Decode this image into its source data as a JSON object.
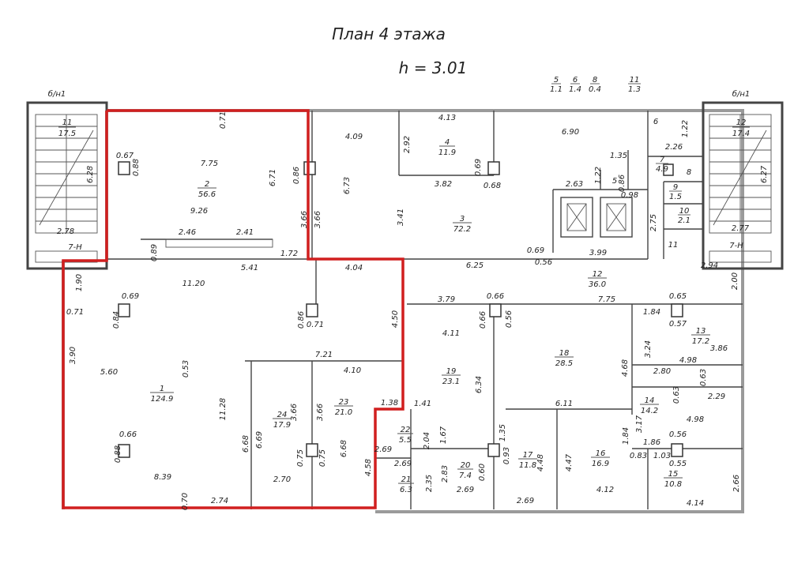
{
  "title": "План 4 этажа",
  "height_label": "h = 3.01",
  "stairs": [
    {
      "tag": "б/н1",
      "num": "11",
      "area": "17.5",
      "d1": "6.28",
      "d2": "2.78",
      "exit": "7-Н"
    },
    {
      "tag": "б/н1",
      "num": "12",
      "area": "17.4",
      "d1": "6.27",
      "d2": "2.77",
      "exit": "7-Н"
    }
  ],
  "top_small_rooms": [
    {
      "num": "5",
      "area": "1.1"
    },
    {
      "num": "6",
      "area": "1.4"
    },
    {
      "num": "8",
      "area": "0.4"
    },
    {
      "num": "11",
      "area": "1.3"
    }
  ],
  "rooms": [
    {
      "num": "1",
      "area": "124.9"
    },
    {
      "num": "2",
      "area": "56.6"
    },
    {
      "num": "3",
      "area": "72.2"
    },
    {
      "num": "4",
      "area": "11.9"
    },
    {
      "num": "12",
      "area": "36.0"
    },
    {
      "num": "13",
      "area": "17.2"
    },
    {
      "num": "14",
      "area": "14.2"
    },
    {
      "num": "15",
      "area": "10.8"
    },
    {
      "num": "16",
      "area": "16.9"
    },
    {
      "num": "17",
      "area": "11.8"
    },
    {
      "num": "18",
      "area": "28.5"
    },
    {
      "num": "19",
      "area": "23.1"
    },
    {
      "num": "20",
      "area": "7.4"
    },
    {
      "num": "21",
      "area": "6.3"
    },
    {
      "num": "22",
      "area": "5.5"
    },
    {
      "num": "23",
      "area": "21.0"
    },
    {
      "num": "24",
      "area": "17.9"
    },
    {
      "num": "7",
      "area": "4.9"
    },
    {
      "num": "9",
      "area": "1.5"
    },
    {
      "num": "10",
      "area": "2.1"
    }
  ],
  "plain_labels": [
    "5",
    "6",
    "8",
    "11"
  ],
  "dims": [
    "0.71",
    "0.67",
    "0.88",
    "7.75",
    "6.71",
    "0.86",
    "9.26",
    "2.46",
    "2.41",
    "3.66",
    "3.66",
    "0.89",
    "5.41",
    "1.72",
    "4.09",
    "2.92",
    "4.13",
    "0.69",
    "0.68",
    "3.82",
    "6.73",
    "6.90",
    "1.35",
    "1.22",
    "2.63",
    "3.41",
    "0.69",
    "0.56",
    "6.25",
    "3.99",
    "1.22",
    "2.26",
    "0.86",
    "0.98",
    "2.75",
    "2.94",
    "2.00",
    "4.04",
    "1.90",
    "0.71",
    "11.20",
    "0.69",
    "0.84",
    "0.86",
    "0.71",
    "4.50",
    "3.79",
    "0.66",
    "0.66",
    "0.56",
    "7.75",
    "0.65",
    "1.84",
    "0.57",
    "3.90",
    "0.53",
    "5.60",
    "7.21",
    "4.10",
    "4.11",
    "3.24",
    "3.86",
    "4.68",
    "4.98",
    "2.80",
    "0.63",
    "11.28",
    "6.34",
    "0.63",
    "2.29",
    "1.38",
    "1.41",
    "3.66",
    "3.66",
    "6.11",
    "3.17",
    "4.98",
    "1.67",
    "1.35",
    "1.84",
    "0.66",
    "0.88",
    "6.68",
    "6.69",
    "2.04",
    "0.93",
    "4.48",
    "4.47",
    "1.86",
    "0.56",
    "0.75",
    "0.75",
    "6.68",
    "4.58",
    "2.69",
    "2.69",
    "2.83",
    "0.60",
    "0.83",
    "1.03",
    "0.55",
    "8.39",
    "2.70",
    "2.35",
    "2.69",
    "2.69",
    "4.12",
    "2.66",
    "0.70",
    "2.74",
    "4.14"
  ]
}
